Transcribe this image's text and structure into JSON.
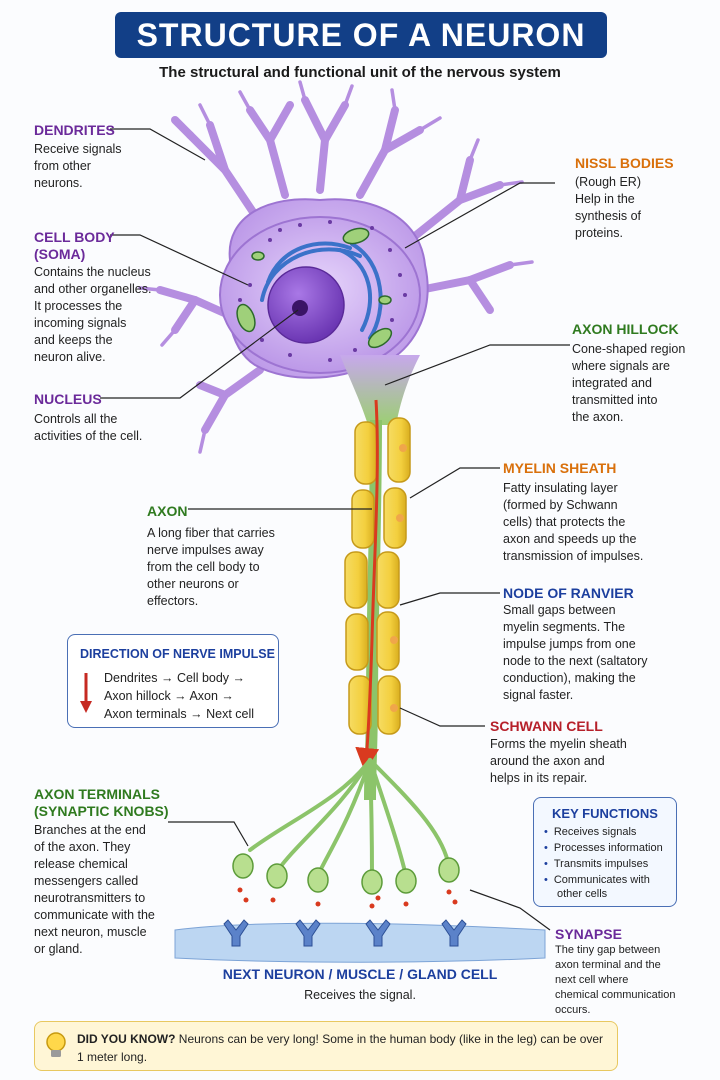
{
  "title": "STRUCTURE OF A NEURON",
  "subtitle": "The structural and functional unit of the nervous system",
  "labels": {
    "dendrites": {
      "heading": "DENDRITES",
      "lines": [
        "Receive signals",
        "from other",
        "neurons."
      ]
    },
    "cell_body": {
      "heading_1": "CELL BODY",
      "heading_2": "(SOMA)",
      "lines": [
        "Contains the nucleus",
        "and other organelles.",
        "It processes the",
        "incoming signals",
        "and keeps the",
        "neuron alive."
      ]
    },
    "nucleus": {
      "heading": "NUCLEUS",
      "lines": [
        "Controls all the",
        "activities of the cell."
      ]
    },
    "axon": {
      "heading": "AXON",
      "lines": [
        "A long fiber that carries",
        "nerve impulses away",
        "from the cell body to",
        "other neurons or",
        "effectors."
      ]
    },
    "nissl": {
      "heading": "NISSL BODIES",
      "lines": [
        "(Rough ER)",
        "Help in the",
        "synthesis of",
        "proteins."
      ]
    },
    "hillock": {
      "heading": "AXON HILLOCK",
      "lines": [
        "Cone-shaped region",
        "where signals are",
        "integrated and",
        "transmitted into",
        "the axon."
      ]
    },
    "myelin": {
      "heading": "MYELIN SHEATH",
      "lines": [
        "Fatty insulating layer",
        "(formed by Schwann",
        "cells) that protects the",
        "axon and speeds up the",
        "transmission of impulses."
      ]
    },
    "ranvier": {
      "heading": "NODE OF RANVIER",
      "lines": [
        "Small gaps between",
        "myelin segments. The",
        "impulse jumps from one",
        "node to the next (saltatory",
        "conduction), making the",
        "signal faster."
      ]
    },
    "schwann": {
      "heading": "SCHWANN CELL",
      "lines": [
        "Forms the myelin sheath",
        "around the axon and",
        "helps in its repair."
      ]
    },
    "terminals": {
      "heading_1": "AXON TERMINALS",
      "heading_2": "(SYNAPTIC KNOBS)",
      "lines": [
        "Branches at the end",
        "of the axon. They",
        "release chemical",
        "messengers called",
        "neurotransmitters to",
        "communicate with the",
        "next neuron, muscle",
        "or gland."
      ]
    },
    "synapse": {
      "heading": "SYNAPSE",
      "lines": [
        "The tiny gap between",
        "axon terminal and the",
        "next cell where",
        "chemical communication",
        "occurs."
      ]
    }
  },
  "direction_box": {
    "title": "DIRECTION OF NERVE IMPULSE",
    "lines": [
      "Dendrites → Cell body →",
      "Axon hillock → Axon →",
      "Axon terminals → Next cell"
    ]
  },
  "key_functions": {
    "title": "KEY FUNCTIONS",
    "items": [
      "Receives signals",
      "Processes information",
      "Transmits impulses",
      "Communicates with",
      "other cells"
    ]
  },
  "next_cell": {
    "label": "NEXT NEURON / MUSCLE / GLAND CELL",
    "sub": "Receives the signal."
  },
  "did_you_know": {
    "prefix": "DID YOU KNOW?",
    "text": "Neurons can be very long! Some in the human body (like in the leg) can be over 1 meter long."
  },
  "colors": {
    "title_bg": "#123f87",
    "cell_body": "#c9a6ec",
    "nucleus": "#8a4fcf",
    "myelin": "#f3d24a",
    "axon": "#8cc46a",
    "impulse_arrow": "#d93a1f"
  },
  "icons": {
    "lightbulb": "lightbulb-icon",
    "direction_arrow": "down-arrow-icon"
  }
}
